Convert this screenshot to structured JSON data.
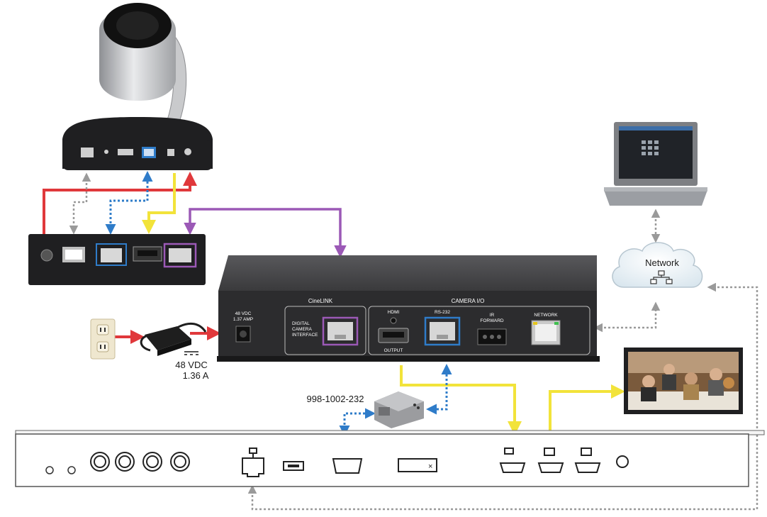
{
  "colors": {
    "power": "#e0383b",
    "hdmi": "#f2e33a",
    "serial": "#2f7cc9",
    "network": "#9a9a9a",
    "cinelink": "#9b59b6",
    "device": "#3a3a3c",
    "device_dark": "#1f1f21",
    "wall_plate": "#efe7cf",
    "callout_bg": "#ffffff"
  },
  "camera_base_ports": [
    "",
    "",
    "",
    "",
    "",
    ""
  ],
  "receiver": {
    "ports": [
      "",
      "",
      "",
      "",
      ""
    ]
  },
  "main_unit": {
    "power_label_1": "48 VDC",
    "power_label_2": "1.37 AMP",
    "cinelink_title": "CineLINK",
    "digital_interface_lines": [
      "DIGITAL",
      "CAMERA",
      "INTERFACE"
    ],
    "camera_io_title": "CAMERA I/O",
    "hdmi_label": "HDMI",
    "output_label": "OUTPUT",
    "rs232_label": "RS-232",
    "ir_forward_lines": [
      "IR",
      "FORWARD"
    ],
    "network_label": "NETWORK"
  },
  "power_supply": {
    "rating_line_1": "48 VDC",
    "rating_line_2": "1.36 A"
  },
  "serial_adapter": {
    "part_number": "998-1002-232"
  },
  "network_cloud": {
    "label": "Network"
  },
  "icons": {
    "camera": "ptz-camera-icon",
    "laptop": "laptop-icon",
    "display": "display-icon",
    "outlet": "wall-outlet-icon",
    "power_brick": "power-supply-icon",
    "network": "network-topology-icon"
  }
}
